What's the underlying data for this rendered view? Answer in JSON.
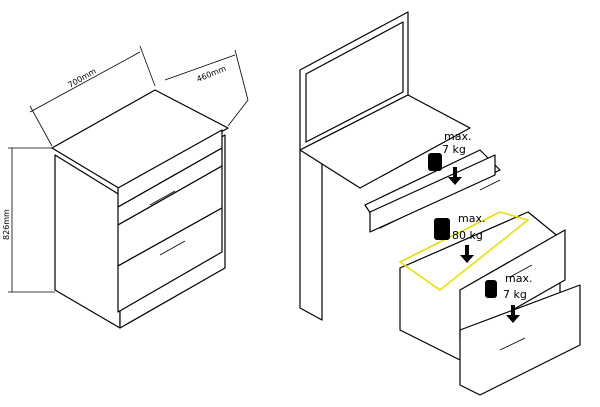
{
  "dimensions": {
    "width": "700mm",
    "depth": "460mm",
    "height": "826mm"
  },
  "load_labels": [
    {
      "max": "max.",
      "weight": "7 kg"
    },
    {
      "max": "max.",
      "weight": "80 kg"
    },
    {
      "max": "max.",
      "weight": "7 kg"
    }
  ],
  "colors": {
    "line": "#000000",
    "highlight": "#e8e000"
  }
}
